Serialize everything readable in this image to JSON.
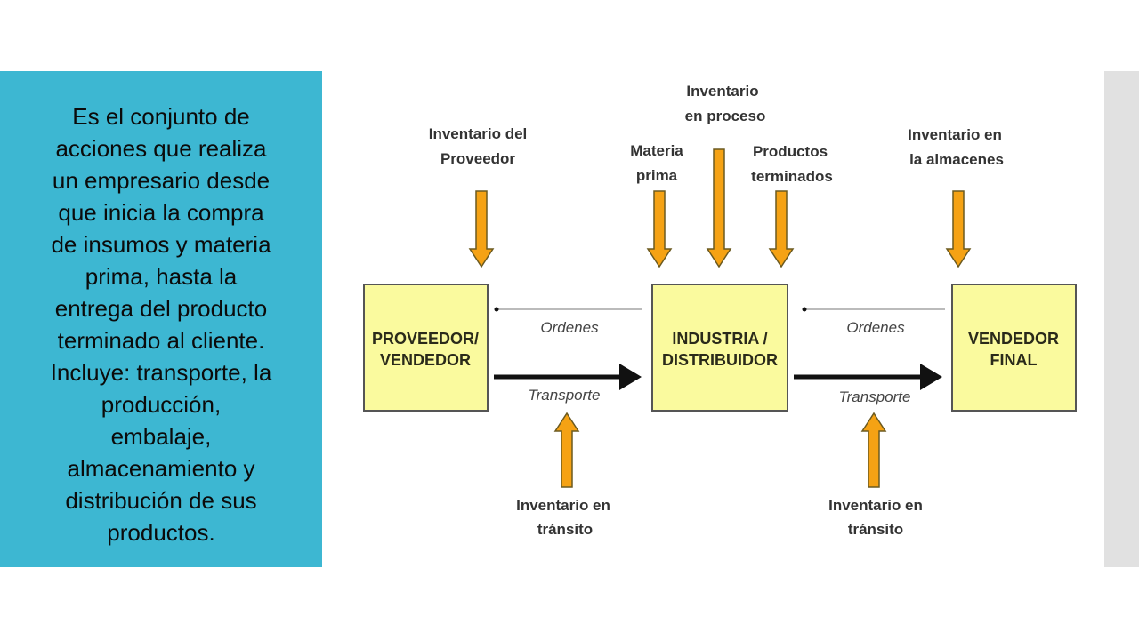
{
  "description_lines": [
    "Es el conjunto de",
    "acciones que realiza",
    "un empresario desde",
    "que inicia la compra",
    "de insumos y materia",
    "prima, hasta la",
    "entrega del producto",
    "terminado al cliente.",
    "Incluye: transporte, la",
    "producción,",
    "embalaje,",
    "almacenamiento y",
    "distribución de sus",
    "productos."
  ],
  "diagram": {
    "boxes": [
      {
        "line1": "PROVEEDOR/",
        "line2": "VENDEDOR"
      },
      {
        "line1": "INDUSTRIA /",
        "line2": "DISTRIBUIDOR"
      },
      {
        "line1": "VENDEDOR",
        "line2": "FINAL"
      }
    ],
    "top_labels": {
      "proveedor": [
        "Inventario del",
        "Proveedor"
      ],
      "materia": [
        "Materia",
        "prima"
      ],
      "proceso": [
        "Inventario",
        "en proceso"
      ],
      "terminados": [
        "Productos",
        "terminados"
      ],
      "almacenes": [
        "Inventario en",
        "la almacenes"
      ]
    },
    "orders_label": "Ordenes",
    "transport_label": "Transporte",
    "transit_label": [
      "Inventario en",
      "tránsito"
    ],
    "colors": {
      "box": "#fafa9e",
      "arrow": "#f5a214",
      "panel": "#3db7d2"
    }
  }
}
